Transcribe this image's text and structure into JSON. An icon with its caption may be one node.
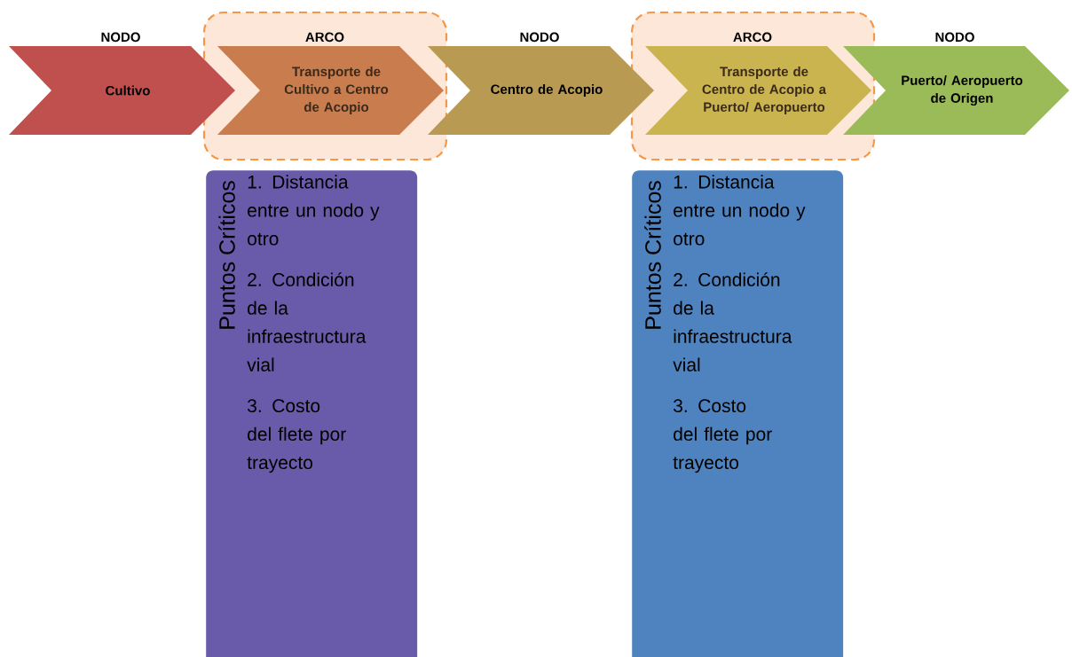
{
  "diagram": {
    "nodes": [
      {
        "text": [
          "NODO",
          "Cultivo"
        ]
      },
      {
        "text": [
          "ARCO"
        ]
      },
      {
        "text": [
          "Transporte de Cultivo a Centro de Acopio"
        ],
        "in": 1
      },
      {
        "text": [
          "NODO",
          "Centro de Acopio"
        ]
      },
      {
        "text": [
          "ARCO"
        ]
      },
      {
        "text": [
          "Transporte de Centro de Acopio a Puerto/ Aeropuerto"
        ],
        "in": 4
      },
      {
        "text": [
          "NODO",
          "Puerto/ Aeropuerto de Origen"
        ]
      },
      {
        "text": [
          "Puntos Críticos",
          "1. Distancia entre un nodo y otro",
          "2.  Condición de la infraestructura vial",
          "3. Costo del flete por trayecto"
        ]
      },
      {
        "text": [
          "Puntos Críticos",
          "1. Distancia entre un nodo y otro",
          "2.  Condición de la infraestructura vial",
          "3. Costo del flete por trayecto"
        ]
      }
    ]
  }
}
